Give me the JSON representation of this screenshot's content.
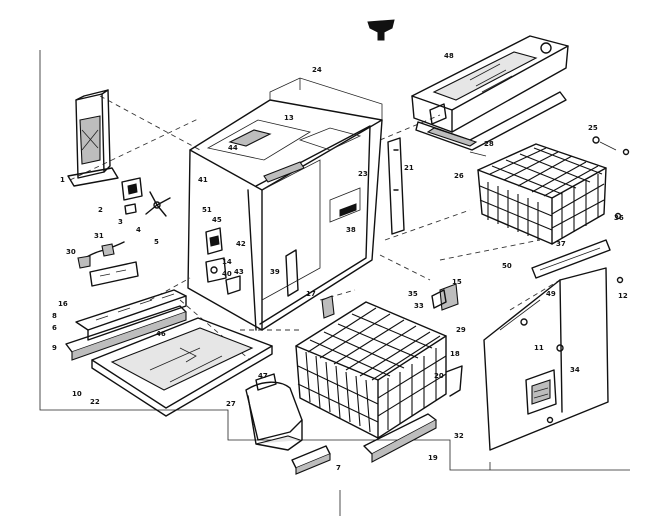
{
  "figure": "exploded parts diagram",
  "callouts": [
    {
      "id": "c1",
      "text": "1"
    },
    {
      "id": "c2",
      "text": "2"
    },
    {
      "id": "c3",
      "text": "3"
    },
    {
      "id": "c4",
      "text": "4"
    },
    {
      "id": "c5",
      "text": "5"
    },
    {
      "id": "c6",
      "text": "6"
    },
    {
      "id": "c7",
      "text": "7"
    },
    {
      "id": "c8",
      "text": "8"
    },
    {
      "id": "c9",
      "text": "9"
    },
    {
      "id": "c10",
      "text": "10"
    },
    {
      "id": "c11",
      "text": "11"
    },
    {
      "id": "c12",
      "text": "12"
    },
    {
      "id": "c13",
      "text": "13"
    },
    {
      "id": "c14",
      "text": "14"
    },
    {
      "id": "c15",
      "text": "15"
    },
    {
      "id": "c16",
      "text": "16"
    },
    {
      "id": "c17",
      "text": "17"
    },
    {
      "id": "c18",
      "text": "18"
    },
    {
      "id": "c19",
      "text": "19"
    },
    {
      "id": "c20",
      "text": "20"
    },
    {
      "id": "c21",
      "text": "21"
    },
    {
      "id": "c22",
      "text": "22"
    },
    {
      "id": "c23",
      "text": "23"
    },
    {
      "id": "c24",
      "text": "24"
    },
    {
      "id": "c25",
      "text": "25"
    },
    {
      "id": "c26",
      "text": "26"
    },
    {
      "id": "c27",
      "text": "27"
    },
    {
      "id": "c28",
      "text": "28"
    },
    {
      "id": "c29",
      "text": "29"
    },
    {
      "id": "c30",
      "text": "30"
    },
    {
      "id": "c31",
      "text": "31"
    },
    {
      "id": "c32",
      "text": "32"
    },
    {
      "id": "c33",
      "text": "33"
    },
    {
      "id": "c34",
      "text": "34"
    },
    {
      "id": "c35",
      "text": "35"
    },
    {
      "id": "c36",
      "text": "36"
    },
    {
      "id": "c37",
      "text": "37"
    },
    {
      "id": "c38",
      "text": "38"
    },
    {
      "id": "c39",
      "text": "39"
    },
    {
      "id": "c40",
      "text": "40"
    },
    {
      "id": "c41",
      "text": "41"
    },
    {
      "id": "c42",
      "text": "42"
    },
    {
      "id": "c43",
      "text": "43"
    },
    {
      "id": "c44",
      "text": "44"
    },
    {
      "id": "c45",
      "text": "45"
    },
    {
      "id": "c46",
      "text": "46"
    },
    {
      "id": "c47",
      "text": "47"
    },
    {
      "id": "c48",
      "text": "48"
    },
    {
      "id": "c49",
      "text": "49"
    },
    {
      "id": "c50",
      "text": "50"
    },
    {
      "id": "c51",
      "text": "51"
    }
  ]
}
